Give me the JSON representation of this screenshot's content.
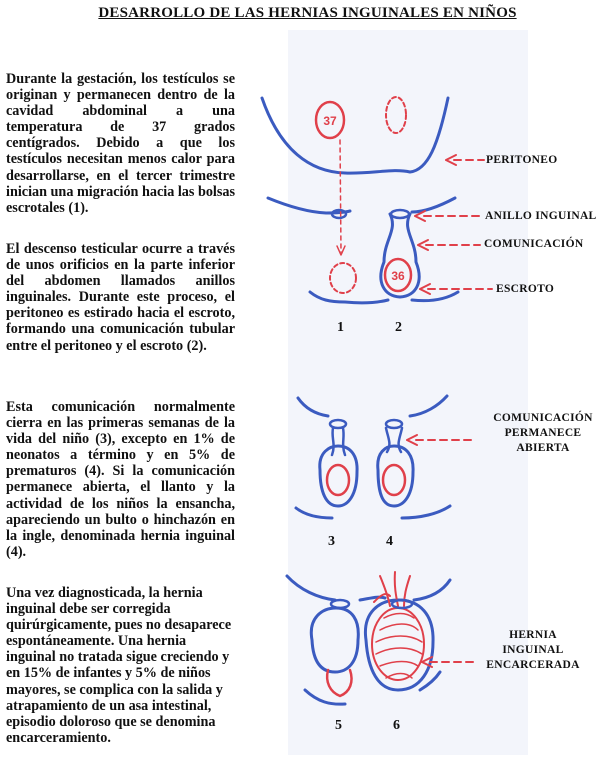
{
  "title": "DESARROLLO DE LAS HERNIAS INGUINALES EN NIÑOS",
  "paragraphs": [
    "Durante la gestación, los testículos se originan y permanecen dentro de la cavidad abdominal a una temperatura de 37 grados centígrados. Debido a que los testículos necesitan menos calor para desarrollarse, en el tercer trimestre inician una migración hacia las bolsas escrotales (1).",
    "El descenso testicular ocurre a través de unos orificios en la parte inferior del abdomen llamados anillos inguinales. Durante este proceso, el peritoneo es estirado hacia el escroto, formando una comunicación tubular entre el peritoneo y el escroto (2).",
    "Esta comunicación normalmente cierra en las primeras semanas de la vida del niño (3), excepto en 1% de neonatos a término y en 5% de prematuros (4). Si la comunicación permanece abierta, el llanto y la actividad de los niños la ensancha, apareciendo un bulto o hinchazón en la ingle, denominada hernia inguinal (4).",
    "Una vez diagnosticada, la hernia inguinal debe ser corregida quirúrgicamente, pues no desaparece espontáneamente. Una hernia inguinal no tratada sigue creciendo y en 15% de infantes y 5% de niños mayores, se complica con la salida y atrapamiento de un asa intestinal, episodio doloroso que se denomina encarceramiento."
  ],
  "labels": {
    "peritoneo": "PERITONEO",
    "anillo": "ANILLO INGUINAL",
    "comunicacion": "COMUNICACIÓN",
    "escroto": "ESCROTO",
    "com_abierta": [
      "COMUNICACIÓN",
      "PERMANECE",
      "ABIERTA"
    ],
    "hernia": [
      "HERNIA",
      "INGUINAL",
      "ENCARCERADA"
    ]
  },
  "figure_numbers": [
    "1",
    "2",
    "3",
    "4",
    "5",
    "6"
  ],
  "temperatures": {
    "abdominal": "37",
    "scrotal": "36"
  },
  "colors": {
    "blue": "#3b5bc0",
    "red": "#e0404a",
    "band": "#e9edf8"
  }
}
